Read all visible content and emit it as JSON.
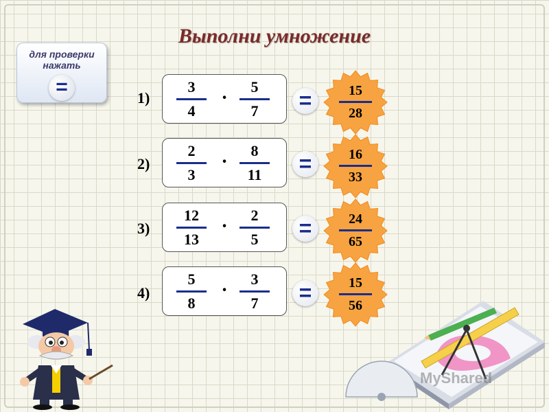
{
  "title": "Выполни умножение",
  "check_button": {
    "label": "для проверки нажать",
    "symbol": "="
  },
  "problems": [
    {
      "num": "1)",
      "a_num": "3",
      "a_den": "4",
      "b_num": "5",
      "b_den": "7",
      "eq": "=",
      "ans_num": "15",
      "ans_den": "28"
    },
    {
      "num": "2)",
      "a_num": "2",
      "a_den": "3",
      "b_num": "8",
      "b_den": "11",
      "eq": "=",
      "ans_num": "16",
      "ans_den": "33"
    },
    {
      "num": "3)",
      "a_num": "12",
      "a_den": "13",
      "b_num": "2",
      "b_den": "5",
      "eq": "=",
      "ans_num": "24",
      "ans_den": "65"
    },
    {
      "num": "4)",
      "a_num": "5",
      "a_den": "8",
      "b_num": "3",
      "b_den": "7",
      "eq": "=",
      "ans_num": "15",
      "ans_den": "56"
    }
  ],
  "operator": "·",
  "watermark": "MyShared",
  "colors": {
    "title": "#7a2a2a",
    "badge": "#f7a341",
    "fraction_bar": "#1a2d8c",
    "grid": "#d8d9c9"
  }
}
